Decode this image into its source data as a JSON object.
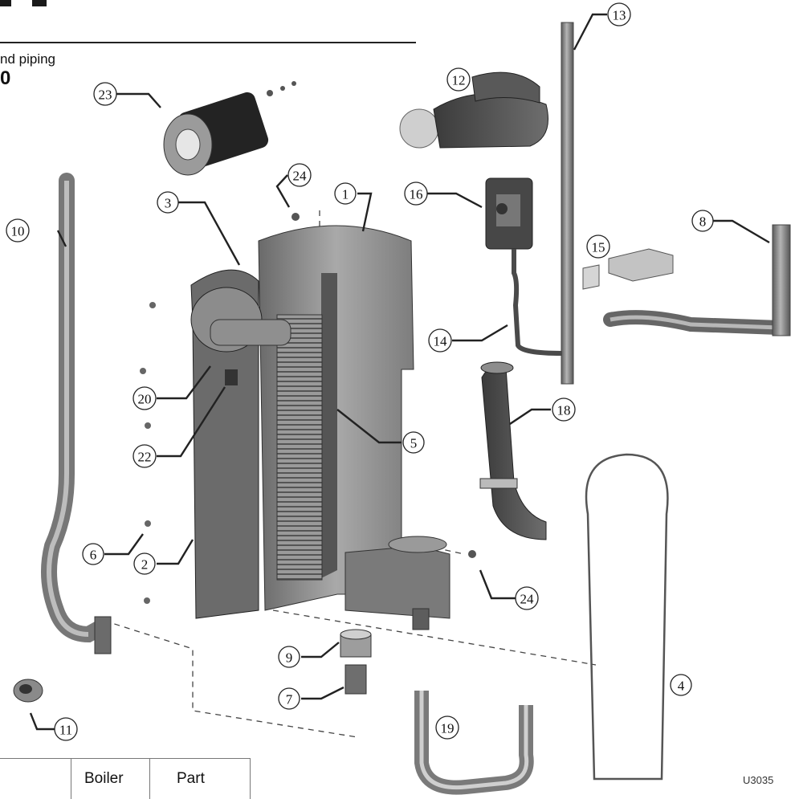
{
  "header": {
    "subtitle_line1": "nd piping",
    "subtitle_line2": "0"
  },
  "callouts": [
    {
      "num": "1"
    },
    {
      "num": "2"
    },
    {
      "num": "3"
    },
    {
      "num": "4"
    },
    {
      "num": "5"
    },
    {
      "num": "6"
    },
    {
      "num": "7"
    },
    {
      "num": "8"
    },
    {
      "num": "9"
    },
    {
      "num": "10"
    },
    {
      "num": "11"
    },
    {
      "num": "12"
    },
    {
      "num": "13"
    },
    {
      "num": "14"
    },
    {
      "num": "15"
    },
    {
      "num": "16"
    },
    {
      "num": "18"
    },
    {
      "num": "19"
    },
    {
      "num": "20"
    },
    {
      "num": "22"
    },
    {
      "num": "23"
    },
    {
      "num": "24"
    },
    {
      "num": "24"
    }
  ],
  "table": {
    "col_boiler": "Boiler",
    "col_part": "Part"
  },
  "figure_code": "U3035"
}
